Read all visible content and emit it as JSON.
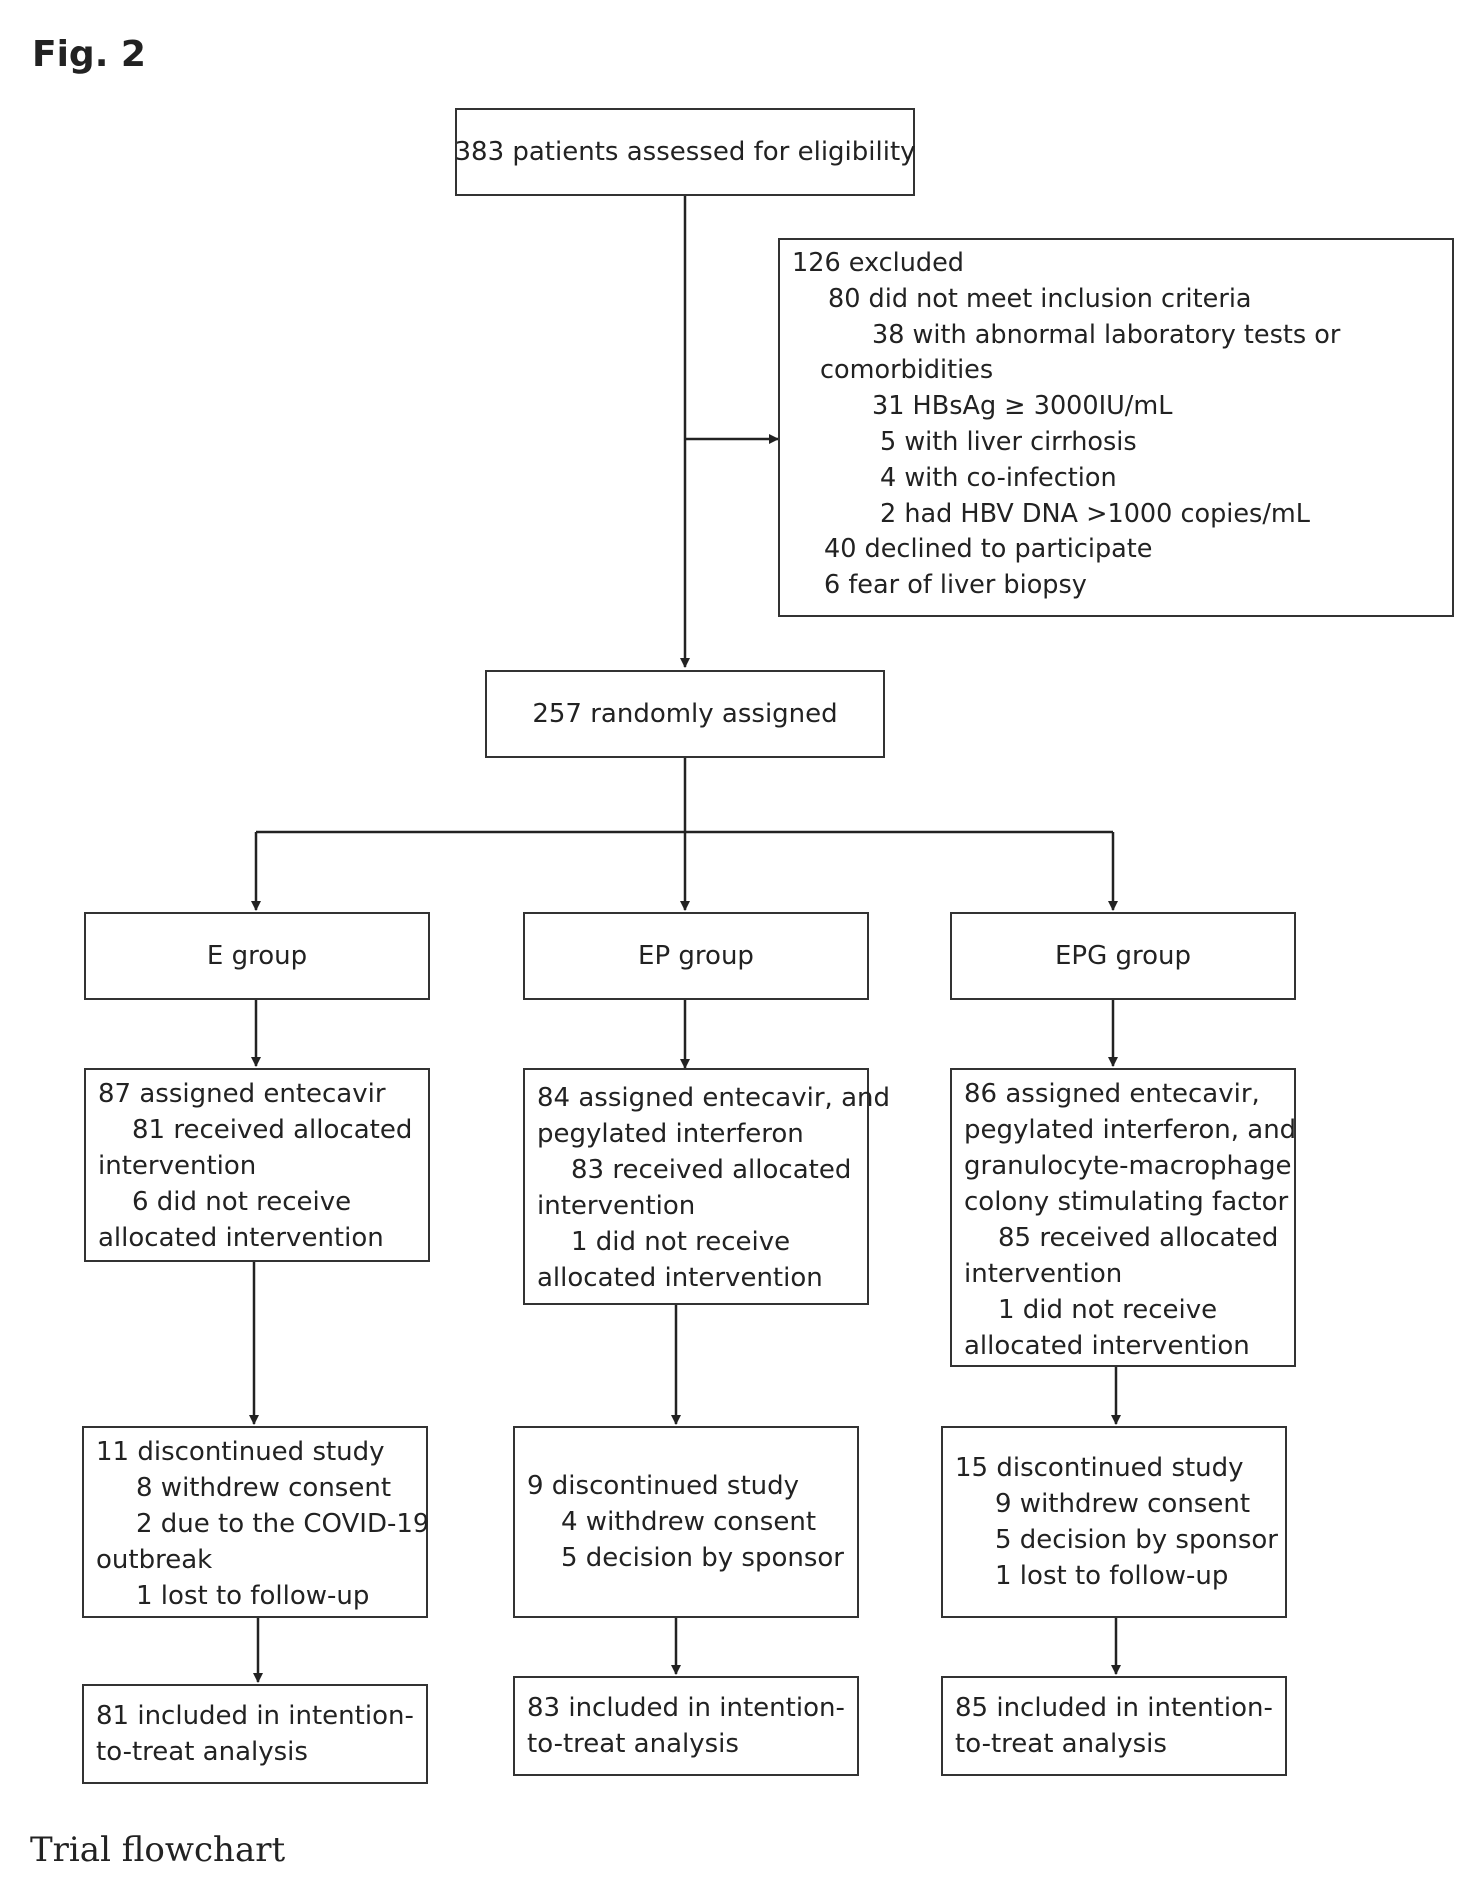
{
  "figure_label": "Fig. 2",
  "caption": "Trial flowchart",
  "assessed": "383 patients assessed for eligibility",
  "excluded": [
    "126 excluded",
    "80 did not meet inclusion criteria",
    "38 with abnormal laboratory tests or",
    "comorbidities",
    "31 HBsAg ≥ 3000IU/mL",
    "5 with liver cirrhosis",
    "4 with co-infection",
    "2 had HBV DNA >1000 copies/mL",
    "40 declined to participate",
    "6 fear of liver biopsy"
  ],
  "randomized": "257 randomly assigned",
  "groups": [
    {
      "name": "E group",
      "allocation": [
        "87 assigned entecavir",
        "81 received allocated",
        "intervention",
        "6 did not receive",
        "allocated intervention"
      ],
      "discontinued": [
        "11 discontinued study",
        "8 withdrew consent",
        "2 due to the COVID-19",
        "outbreak",
        "1 lost to follow-up"
      ],
      "analysis": [
        "81 included in intention-",
        "to-treat analysis"
      ]
    },
    {
      "name": "EP group",
      "allocation": [
        "84 assigned entecavir, and",
        "pegylated interferon",
        "83 received allocated",
        "intervention",
        "1 did not receive",
        "allocated intervention"
      ],
      "discontinued": [
        "9 discontinued study",
        "4 withdrew consent",
        "5 decision by sponsor"
      ],
      "analysis": [
        "83 included in intention-",
        "to-treat analysis"
      ]
    },
    {
      "name": "EPG group",
      "allocation": [
        "86 assigned entecavir,",
        "pegylated interferon, and",
        "granulocyte-macrophage",
        "colony stimulating factor",
        "85 received allocated",
        "intervention",
        "1 did not receive",
        "allocated intervention"
      ],
      "discontinued": [
        "15 discontinued study",
        "9 withdrew consent",
        "5 decision by sponsor",
        "1 lost to follow-up"
      ],
      "analysis": [
        "85 included in intention-",
        "to-treat analysis"
      ]
    }
  ]
}
